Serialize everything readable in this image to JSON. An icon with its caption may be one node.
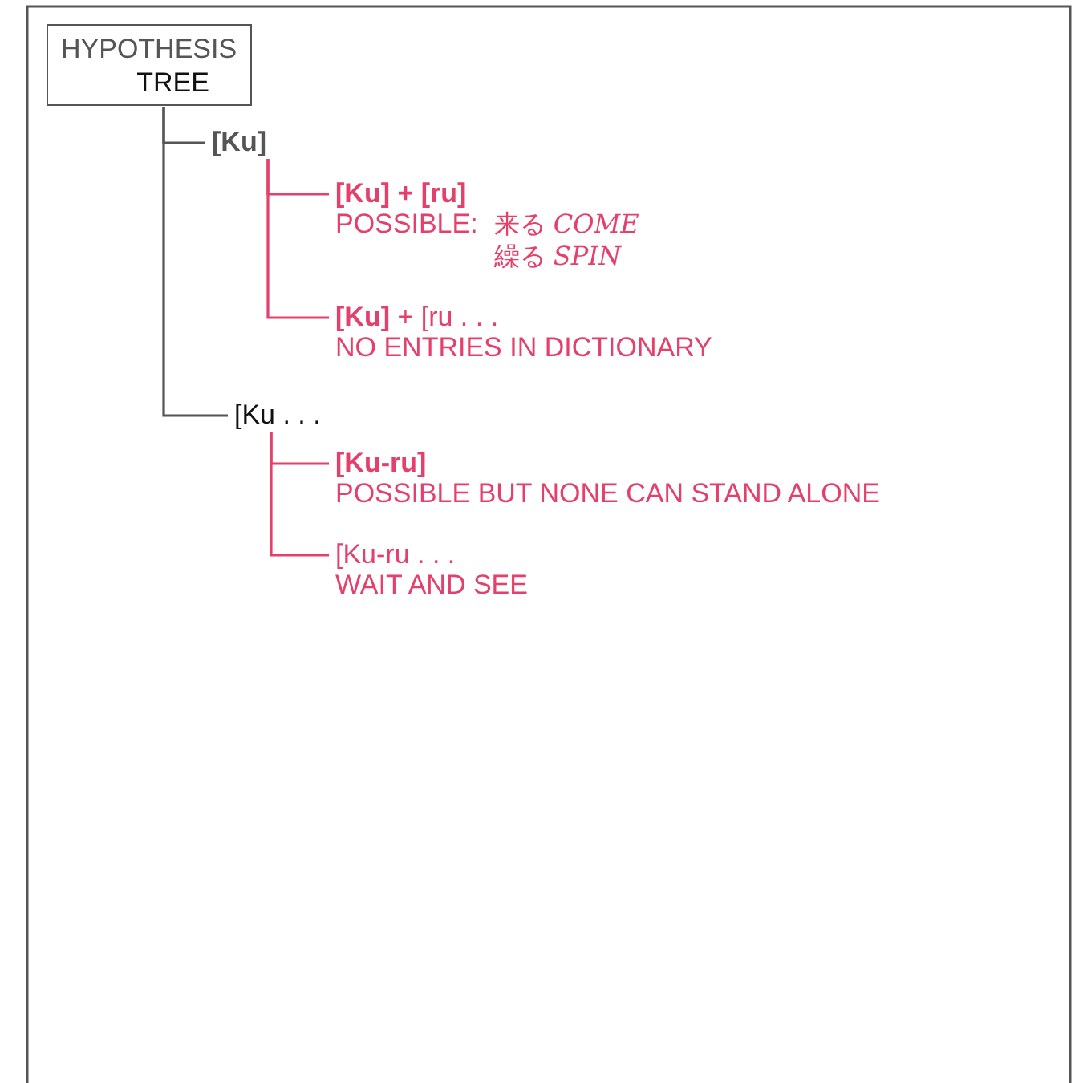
{
  "diagram": {
    "nodes": [
      {
        "text": [
          "HYPOTHESIS",
          "TREE"
        ]
      },
      {
        "text": [
          "[Ku]"
        ]
      },
      {
        "text": [
          "[Ku] + [ru]",
          "POSSIBLE:",
          "来る *COME*",
          "繰る *SPIN*"
        ]
      },
      {
        "text": [
          "**[Ku]** + [ru . . .",
          "NO ENTRIES IN DICTIONARY"
        ]
      },
      {
        "text": [
          "[Ku . . ."
        ]
      },
      {
        "text": [
          "[Ku-ru]",
          "POSSIBLE BUT NONE CAN STAND ALONE"
        ]
      },
      {
        "text": [
          "[Ku-ru . . .",
          "WAIT AND SEE"
        ]
      }
    ],
    "edges": [
      {
        "from": 0,
        "to": 1,
        "arrow": "none",
        "color": "#555555"
      },
      {
        "from": 1,
        "to": 2,
        "arrow": "none"
      },
      {
        "from": 1,
        "to": 3,
        "arrow": "none"
      },
      {
        "from": 0,
        "to": 4,
        "arrow": "none",
        "color": "#555555"
      },
      {
        "from": 4,
        "to": 5,
        "arrow": "none"
      },
      {
        "from": 4,
        "to": 6,
        "arrow": "none"
      }
    ]
  }
}
